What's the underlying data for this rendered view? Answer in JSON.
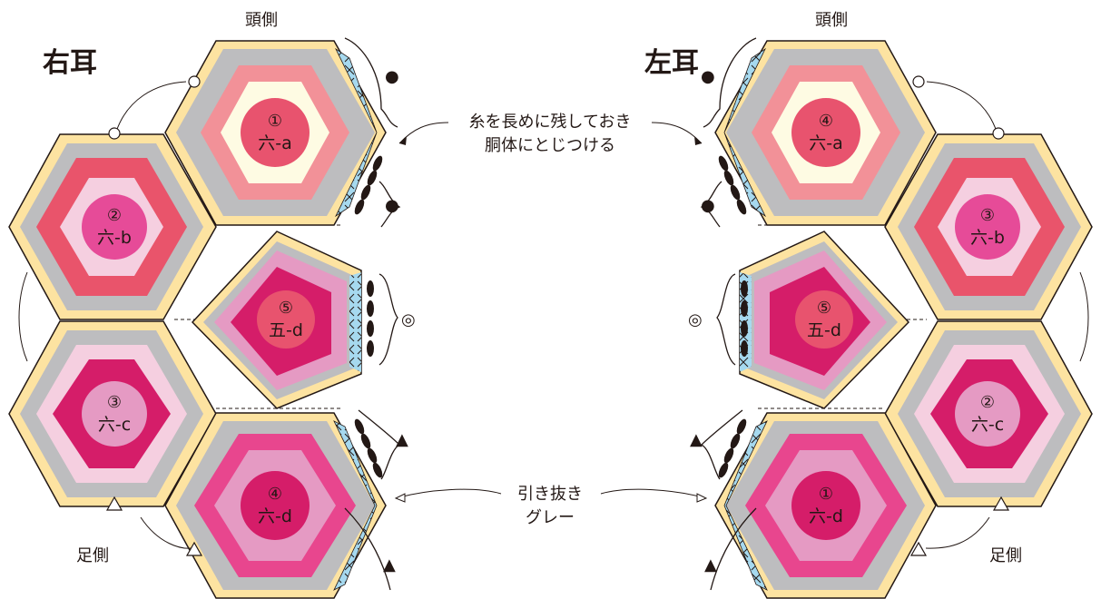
{
  "colors": {
    "border": "#231815",
    "yellow": "#fde3a1",
    "gray": "#bdbdbf",
    "blue": "#a6d9ef",
    "salmon": "#f29198",
    "cream": "#fefbe3",
    "red": "#e9546b",
    "pink_light": "#f5cfe0",
    "magenta": "#d51d69",
    "hotpink": "#e8468e",
    "mauve": "#e59ac3",
    "rose_center": "#e8536e",
    "pink_center": "#e64b98"
  },
  "right_ear": {
    "title": "右耳",
    "head_label": "頭側",
    "foot_label": "足側",
    "pieces": [
      {
        "num": "①",
        "name": "六-a"
      },
      {
        "num": "②",
        "name": "六-b"
      },
      {
        "num": "③",
        "name": "六-c"
      },
      {
        "num": "④",
        "name": "六-d"
      },
      {
        "num": "⑤",
        "name": "五-d"
      }
    ],
    "marks": {
      "circle_top": "●",
      "circle_bottom": "●",
      "double": "◎",
      "tri_top": "▲",
      "tri_bottom": "▲"
    }
  },
  "left_ear": {
    "title": "左耳",
    "head_label": "頭側",
    "foot_label": "足側",
    "pieces": [
      {
        "num": "④",
        "name": "六-a"
      },
      {
        "num": "③",
        "name": "六-b"
      },
      {
        "num": "②",
        "name": "六-c"
      },
      {
        "num": "①",
        "name": "六-d"
      },
      {
        "num": "⑤",
        "name": "五-d"
      }
    ],
    "marks": {
      "circle_top": "●",
      "circle_bottom": "●",
      "double": "◎",
      "tri_top": "▲",
      "tri_bottom": "▲"
    }
  },
  "notes": {
    "thread_line1": "糸を長めに残しておき",
    "thread_line2": "胴体にとじつける",
    "slip_line1": "引き抜き",
    "slip_line2": "グレー"
  }
}
